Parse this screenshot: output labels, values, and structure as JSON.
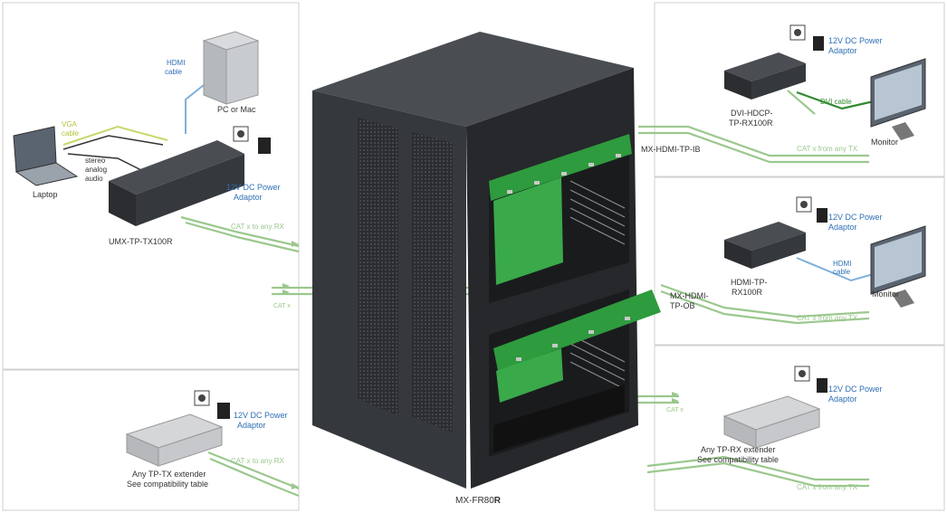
{
  "colors": {
    "panel_border": "#cfcfcf",
    "rack_dark": "#2b2d30",
    "rack_mid": "#3c3f43",
    "board_green": "#2e9b3e",
    "cat_green": "#9bc88e",
    "dvi_green": "#2f8a2f",
    "hdmi_blue": "#7fb0dc",
    "label_blue": "#2e6fb5",
    "label_dark": "#333333"
  },
  "center": {
    "frame_label_prefix": "MX-FR80",
    "frame_label_suffix": "R",
    "card_top": "MX-HDMI-TP-IB",
    "card_mid_line1": "MX-HDMI-",
    "card_mid_line2": "TP-OB",
    "cat_in": "CAT x",
    "cat_out": "CAT x"
  },
  "top_left": {
    "laptop": "Laptop",
    "pc": "PC or Mac",
    "hdmi_cable_l1": "HDMI",
    "hdmi_cable_l2": "cable",
    "vga_cable_l1": "VGA",
    "vga_cable_l2": "cable",
    "audio_l1": "stereo",
    "audio_l2": "analog",
    "audio_l3": "audio",
    "power_l1": "12V DC Power",
    "power_l2": "Adaptor",
    "device": "UMX-TP-TX100R",
    "cat": "CAT x to any RX"
  },
  "bottom_left": {
    "power_l1": "12V DC Power",
    "power_l2": "Adaptor",
    "device_l1": "Any TP-TX extender",
    "device_l2": "See compatibility table",
    "cat": "CAT x to any RX"
  },
  "top_right": {
    "power_l1": "12V DC Power",
    "power_l2": "Adaptor",
    "dvi_cable": "DVI cable",
    "monitor": "Monitor",
    "device_l1": "DVI-HDCP-",
    "device_l2": "TP-RX100R",
    "cat": "CAT x from any TX"
  },
  "mid_right": {
    "power_l1": "12V DC Power",
    "power_l2": "Adaptor",
    "hdmi_cable_l1": "HDMI",
    "hdmi_cable_l2": "cable",
    "monitor": "Monitor",
    "device_l1": "HDMI-TP-",
    "device_l2": "RX100R",
    "cat": "CAT x from any TX"
  },
  "bottom_right": {
    "power_l1": "12V DC Power",
    "power_l2": "Adaptor",
    "device_l1": "Any TP-RX extender",
    "device_l2": "See compatibility table",
    "cat": "CAT x from any TX"
  }
}
